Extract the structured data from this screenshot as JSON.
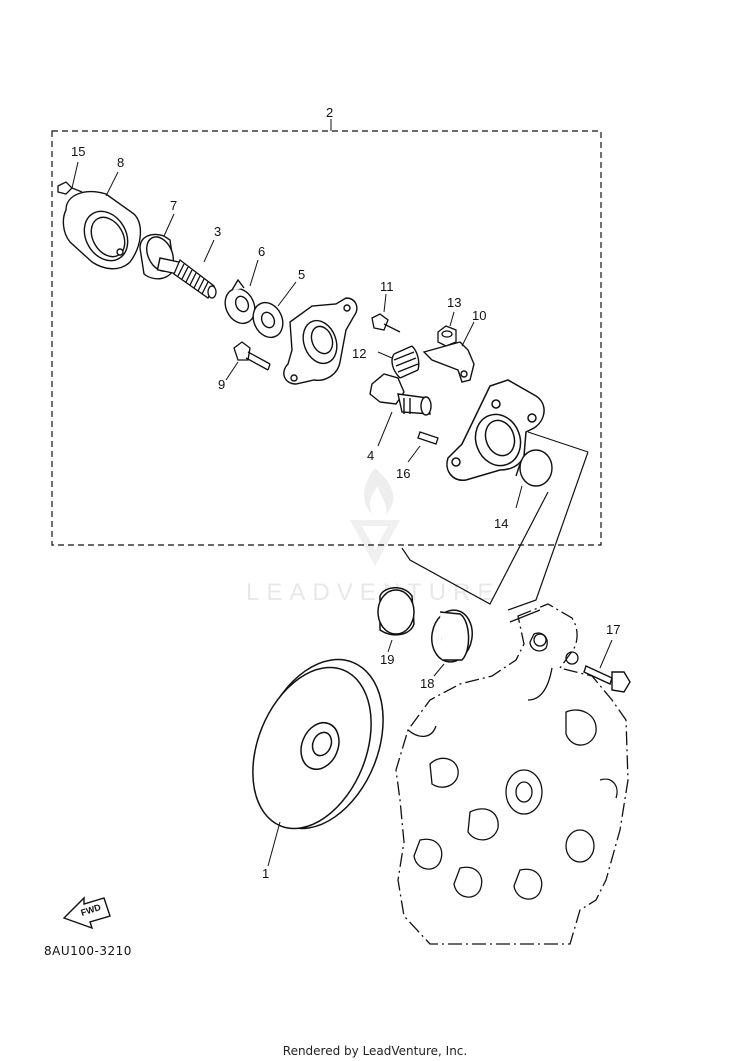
{
  "diagram": {
    "part_labels": {
      "p1": "1",
      "p2": "2",
      "p3": "3",
      "p4": "4",
      "p5": "5",
      "p6": "6",
      "p7": "7",
      "p8": "8",
      "p9": "9",
      "p10": "10",
      "p11": "11",
      "p12": "12",
      "p13": "13",
      "p14": "14",
      "p15": "15",
      "p16": "16",
      "p17": "17",
      "p18": "18",
      "p19": "19"
    },
    "fwd_label": "FWD",
    "drawing_code": "8AU100-3210",
    "watermark": "LEADVENTURE"
  },
  "footer": {
    "text": "Rendered by LeadVenture, Inc."
  }
}
